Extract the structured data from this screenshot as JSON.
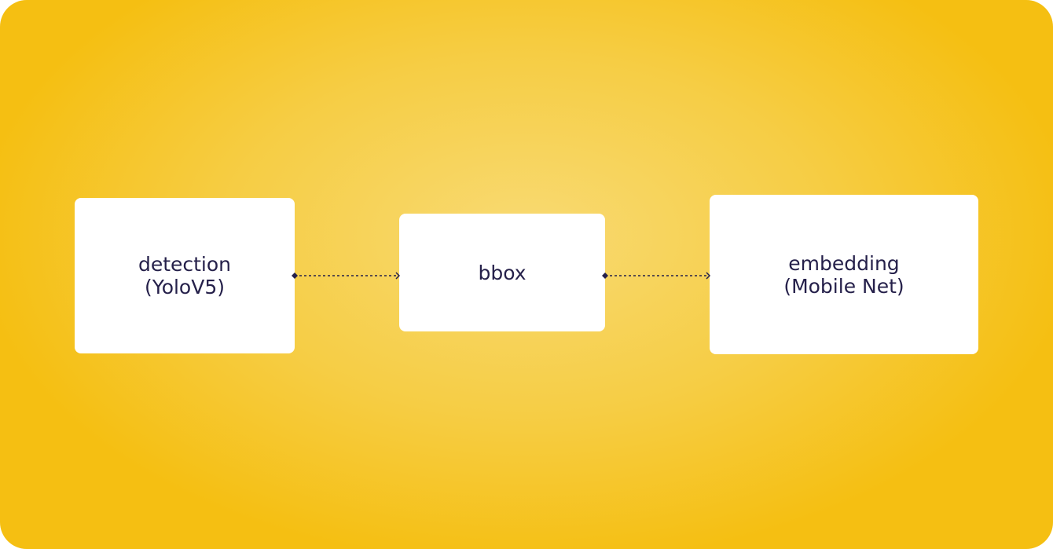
{
  "nodes": [
    {
      "id": "detection",
      "line1": "detection",
      "line2": "(YoloV5)"
    },
    {
      "id": "bbox",
      "line1": "bbox"
    },
    {
      "id": "embedding",
      "line1": "embedding",
      "line2": "(Mobile Net)"
    }
  ],
  "edges": [
    {
      "from": "detection",
      "to": "bbox"
    },
    {
      "from": "bbox",
      "to": "embedding"
    }
  ],
  "colors": {
    "text": "#25204a",
    "bg_center": "#f8da73",
    "bg_edge": "#f5bf12"
  }
}
